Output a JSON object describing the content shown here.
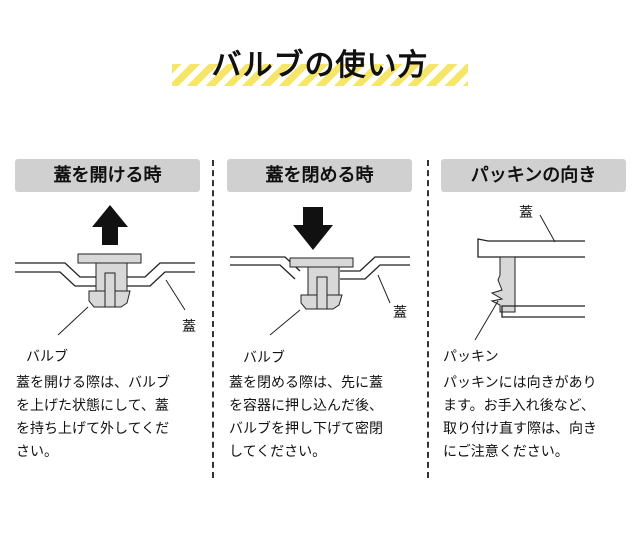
{
  "title": "バルブの使い方",
  "panels": [
    {
      "header": "蓋を開ける時",
      "label_lid": "蓋",
      "label_valve": "バルブ",
      "description": "蓋を開ける際は、バルブ\nを上げた状態にして、蓋\nを持ち上げて外してくだ\nさい。"
    },
    {
      "header": "蓋を閉める時",
      "label_lid": "蓋",
      "label_valve": "バルブ",
      "description": "蓋を閉める際は、先に蓋\nを容器に押し込んだ後、\nバルブを押し下げて密閉\nしてください。"
    },
    {
      "header": "パッキンの向き",
      "label_lid": "蓋",
      "label_packing": "パッキン",
      "description": "パッキンには向きがあり\nます。お手入れ後など、\n取り付け直す際は、向き\nにご注意ください。"
    }
  ],
  "colors": {
    "stripe": "#f5e66a",
    "header_bg": "#d0d0d0",
    "part_fill": "#d8d8d8"
  }
}
